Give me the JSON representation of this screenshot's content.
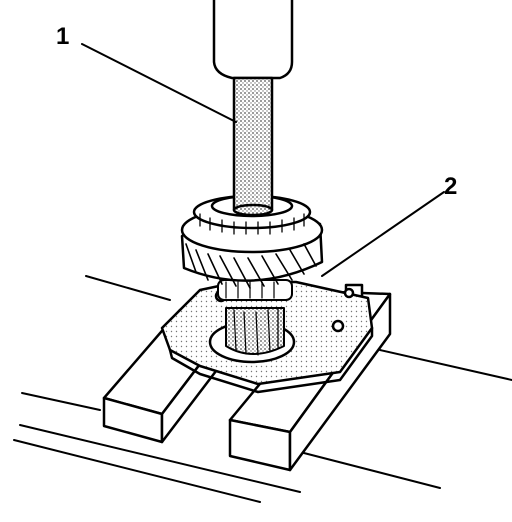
{
  "callouts": [
    {
      "label": "1",
      "part": "press-ram"
    },
    {
      "label": "2",
      "part": "support-plate"
    }
  ],
  "colors": {
    "line": "#000000",
    "paper": "#ffffff",
    "stipple": "#bdbdbd",
    "gear_shade": "#d8d8d8"
  }
}
